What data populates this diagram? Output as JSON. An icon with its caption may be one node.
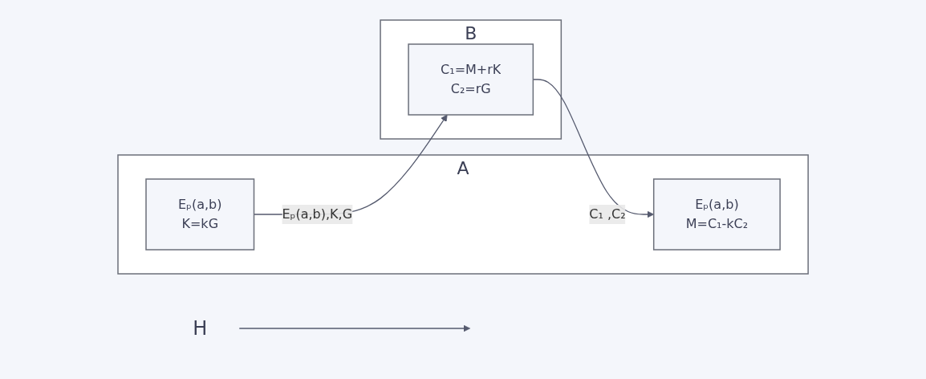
{
  "diagram": {
    "nodes": [
      {
        "text": [
          "A"
        ]
      },
      {
        "text": [
          "Eₚ(a,b)",
          "K=kG"
        ],
        "in": 0
      },
      {
        "text": [
          "Eₚ(a,b)",
          "M=C₁-kC₂"
        ],
        "in": 0
      },
      {
        "text": [
          "B"
        ]
      },
      {
        "text": [
          "C₁=M+rK",
          "C₂=rG"
        ],
        "in": 3
      },
      {
        "text": [
          "H"
        ]
      }
    ],
    "edges": [
      {
        "from": 1,
        "to": 4,
        "arrow": "to",
        "label": "Eₚ(a,b),K,G"
      },
      {
        "from": 4,
        "to": 2,
        "arrow": "to",
        "label": "C₁ ,C₂"
      },
      {
        "from": 5,
        "to": null,
        "arrow": "to"
      }
    ]
  }
}
